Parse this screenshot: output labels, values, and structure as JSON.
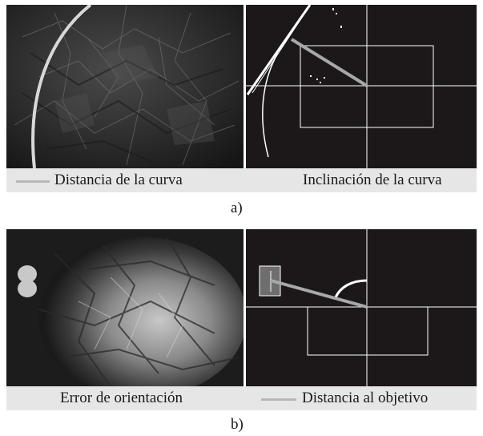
{
  "figure_a": {
    "left_caption": "Distancia de la curva",
    "right_caption": "Inclinación de la curva",
    "label": "a)"
  },
  "figure_b": {
    "left_caption": "Error de orientación",
    "right_caption": "Distancia al objetivo",
    "label": "b)"
  },
  "colors": {
    "panel_background": "#1c181a",
    "overlay_lines": "#ffffff",
    "indicator_line": "#a8a8a8",
    "caption_band": "#e6e6e6"
  }
}
